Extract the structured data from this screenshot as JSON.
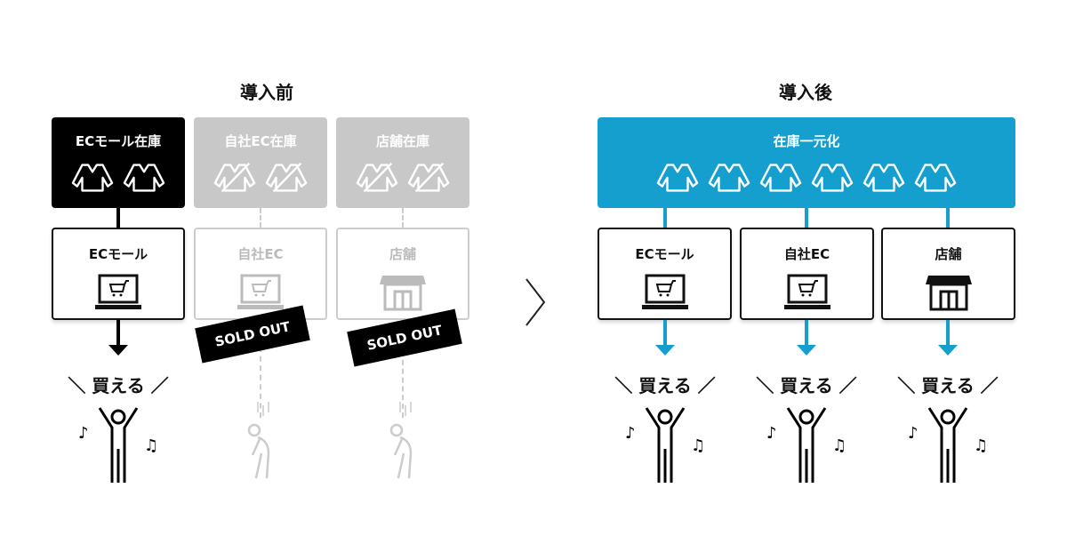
{
  "before": {
    "title": "導入前",
    "inventories": [
      {
        "label": "ECモール在庫",
        "state": "available"
      },
      {
        "label": "自社EC在庫",
        "state": "out"
      },
      {
        "label": "店舗在庫",
        "state": "out"
      }
    ],
    "channels": [
      "ECモール",
      "自社EC",
      "店舗"
    ],
    "sold_out": "SOLD OUT",
    "buy": "買える"
  },
  "after": {
    "title": "導入後",
    "inventory_label": "在庫一元化",
    "channels": [
      "ECモール",
      "自社EC",
      "店舗"
    ],
    "buy": "買える"
  },
  "colors": {
    "blue": "#159fcf",
    "gray": "#c8c8c8",
    "black": "#000000"
  }
}
